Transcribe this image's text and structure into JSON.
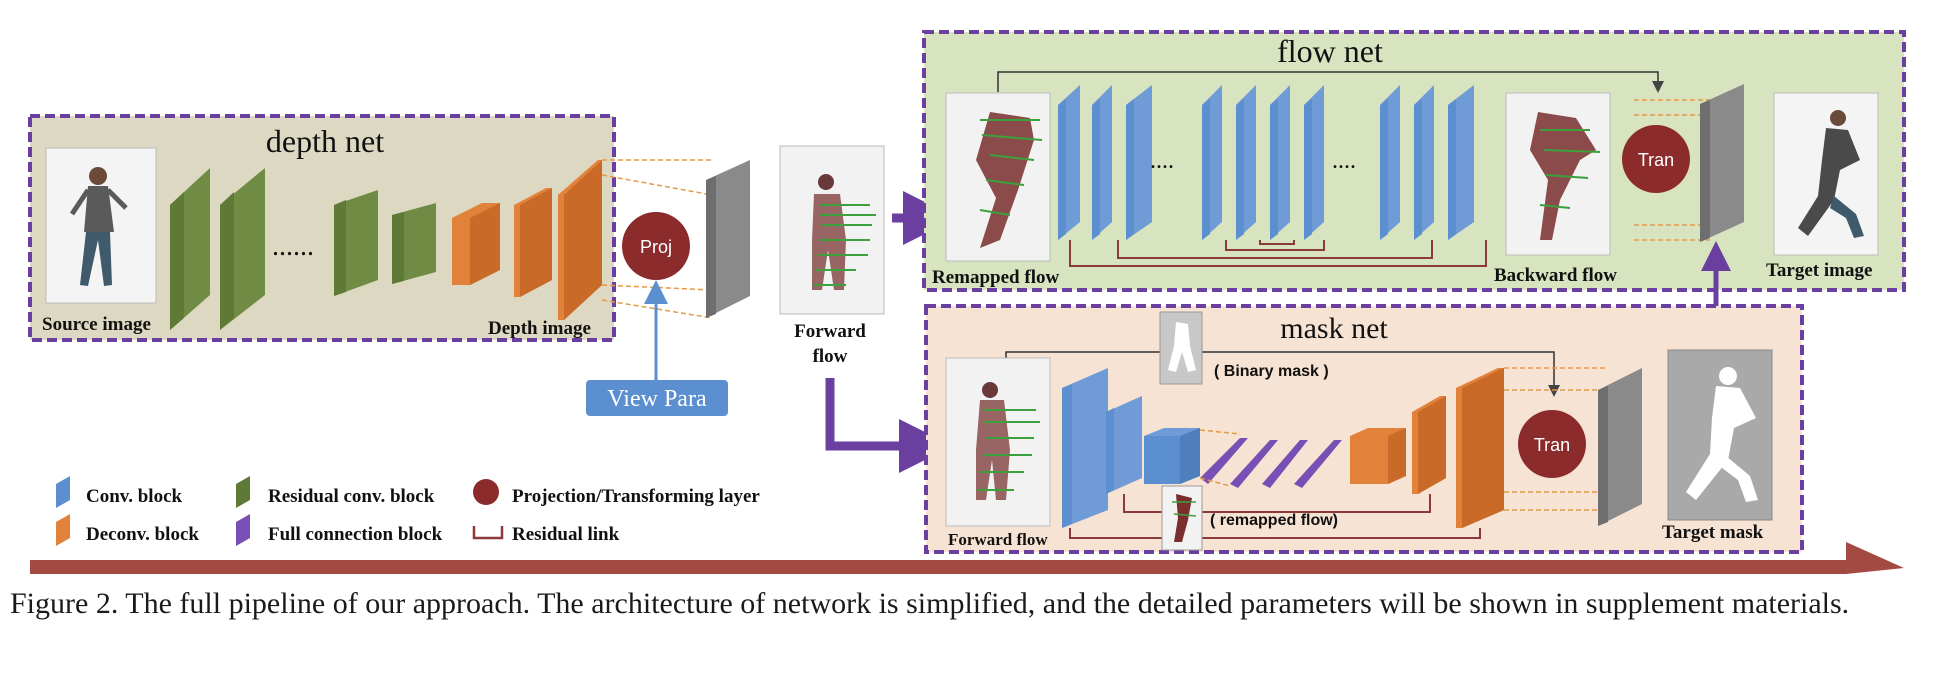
{
  "panels": {
    "depth_net": {
      "title": "depth net",
      "left_label": "Source image",
      "right_label": "Depth image",
      "dots": "......"
    },
    "flow_net": {
      "title": "flow net",
      "left_label": "Remapped flow",
      "mid_label": "Backward flow",
      "right_label": "Target image",
      "dots1": "....",
      "dots2": "...."
    },
    "mask_net": {
      "title": "mask net",
      "left_label": "Forward flow",
      "right_label": "Target mask",
      "binary_mask_label": "( Binary mask )",
      "remapped_flow_label": "( remapped flow)"
    }
  },
  "nodes": {
    "proj": "Proj",
    "tran_flow": "Tran",
    "tran_mask": "Tran",
    "view_para": "View Para",
    "forward_flow_line1": "Forward",
    "forward_flow_line2": "flow"
  },
  "legend": {
    "conv": "Conv. block",
    "deconv": "Deconv. block",
    "residual_conv": "Residual conv. block",
    "full_connection": "Full connection block",
    "projection": "Projection/Transforming layer",
    "residual_link": "Residual link"
  },
  "caption": "Figure 2. The full pipeline of our approach.  The architecture of network is simplified, and the detailed parameters will be shown in supplement materials.",
  "colors": {
    "conv": "#5b8fd0",
    "deconv": "#e2823a",
    "residual": "#5f7a37",
    "fc": "#7a4fb5",
    "node": "#8c2b2b",
    "link": "#8b3a3a",
    "panel_border": "#6a3fa0",
    "depth_bg": "#ddd8c2",
    "flow_bg": "#d8e4c0",
    "mask_bg": "#f7e3d3",
    "view_para": "#5b8fd0",
    "arrow": "#6a3fa0",
    "bottom_bar": "#a34a42"
  }
}
